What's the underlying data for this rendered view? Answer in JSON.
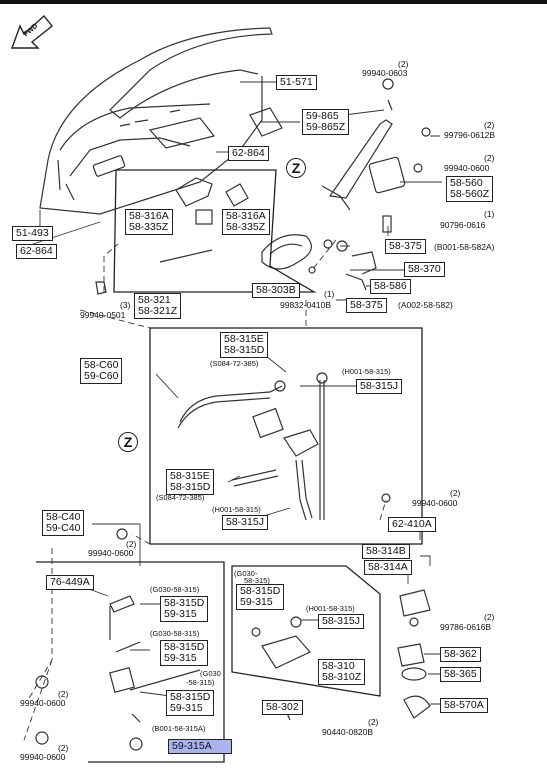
{
  "fwd": "FWD",
  "z": "Z",
  "labels": {
    "l51_571": "51-571",
    "l59_865": [
      "59-865",
      "59-865Z"
    ],
    "l62_864a": "62-864",
    "l51_493": "51-493",
    "l62_864b": "62-864",
    "l58_316a_left": [
      "58-316A",
      "58-335Z"
    ],
    "l58_316a_right": [
      "58-316A",
      "58-335Z"
    ],
    "l58_303b": "58-303B",
    "l58_321": [
      "58-321",
      "58-321Z"
    ],
    "l58_560": [
      "58-560",
      "58-560Z"
    ],
    "l58_375a": "58-375",
    "l58_370": "58-370",
    "l58_586": "58-586",
    "l58_375b": "58-375",
    "l58_c60": [
      "58-C60",
      "59-C60"
    ],
    "l58_315e_top": [
      "58-315E",
      "58-315D"
    ],
    "l58_315j_top": "58-315J",
    "l58_315e_mid": [
      "58-315E",
      "58-315D"
    ],
    "l58_315j_mid": "58-315J",
    "l58_c40": [
      "58-C40",
      "59-C40"
    ],
    "l62_410a": "62-410A",
    "l58_314b": "58-314B",
    "l58_314a": "58-314A",
    "l76_449a": "76-449A",
    "l58_315d_a": [
      "58-315D",
      "59-315"
    ],
    "l58_315d_b": [
      "58-315D",
      "59-315"
    ],
    "l58_315d_c": [
      "58-315D",
      "59-315"
    ],
    "l58_315d_d": [
      "58-315D",
      "59-315"
    ],
    "l58_315j_low": "58-315J",
    "l58_310": [
      "58-310",
      "58-310Z"
    ],
    "l58_302": "58-302",
    "l58_362": "58-362",
    "l58_365": "58-365",
    "l58_570a": "58-570A",
    "l59_315a": "59-315A"
  },
  "texts": {
    "t99940_0603": "99940-0603",
    "q2_a": "(2)",
    "t99796_0612b": "99796-0612B",
    "q2_b": "(2)",
    "t99940_0600a": "99940-0600",
    "q2_c": "(2)",
    "t90796_0616": "90796-0616",
    "q1_a": "(1)",
    "b001_58_582a": "(B001-58-582A)",
    "q1_b": "(1)",
    "t99832_0410b": "99832-0410B",
    "a002_58_582": "(A002-58-582)",
    "q3": "(3)",
    "t99940_0501": "99940-0501",
    "s084_72_385_top": "(S084-72-385)",
    "h001_58_315_top": "(H001-58-315)",
    "s084_72_385_mid": "(S084-72-385)",
    "h001_58_315_mid": "(H001-58-315)",
    "t99940_0600b": "99940-0600",
    "q2_d": "(2)",
    "q2_e": "(2)",
    "t99940_0600c": "99940-0600",
    "g030_58_315_a": "(G030-58-315)",
    "g030_58_315_b": "(G030-58-315)",
    "g030_58_315_c1": "(G030",
    "g030_58_315_c2": "-58-315)",
    "g030_58_315_d1": "(G030-",
    "g030_58_315_d2": "58-315)",
    "h001_58_315_low": "(H001-58-315)",
    "b001_58_315a": "(B001-58-315A)",
    "q2_f": "(2)",
    "t99786_0616b": "99786-0616B",
    "q2_g": "(2)",
    "t90440_0820b": "90440-0820B",
    "q2_h": "(2)",
    "t99940_0600d": "99940-0600",
    "q2_i": "(2)",
    "t99940_0600e": "99940-0600"
  }
}
